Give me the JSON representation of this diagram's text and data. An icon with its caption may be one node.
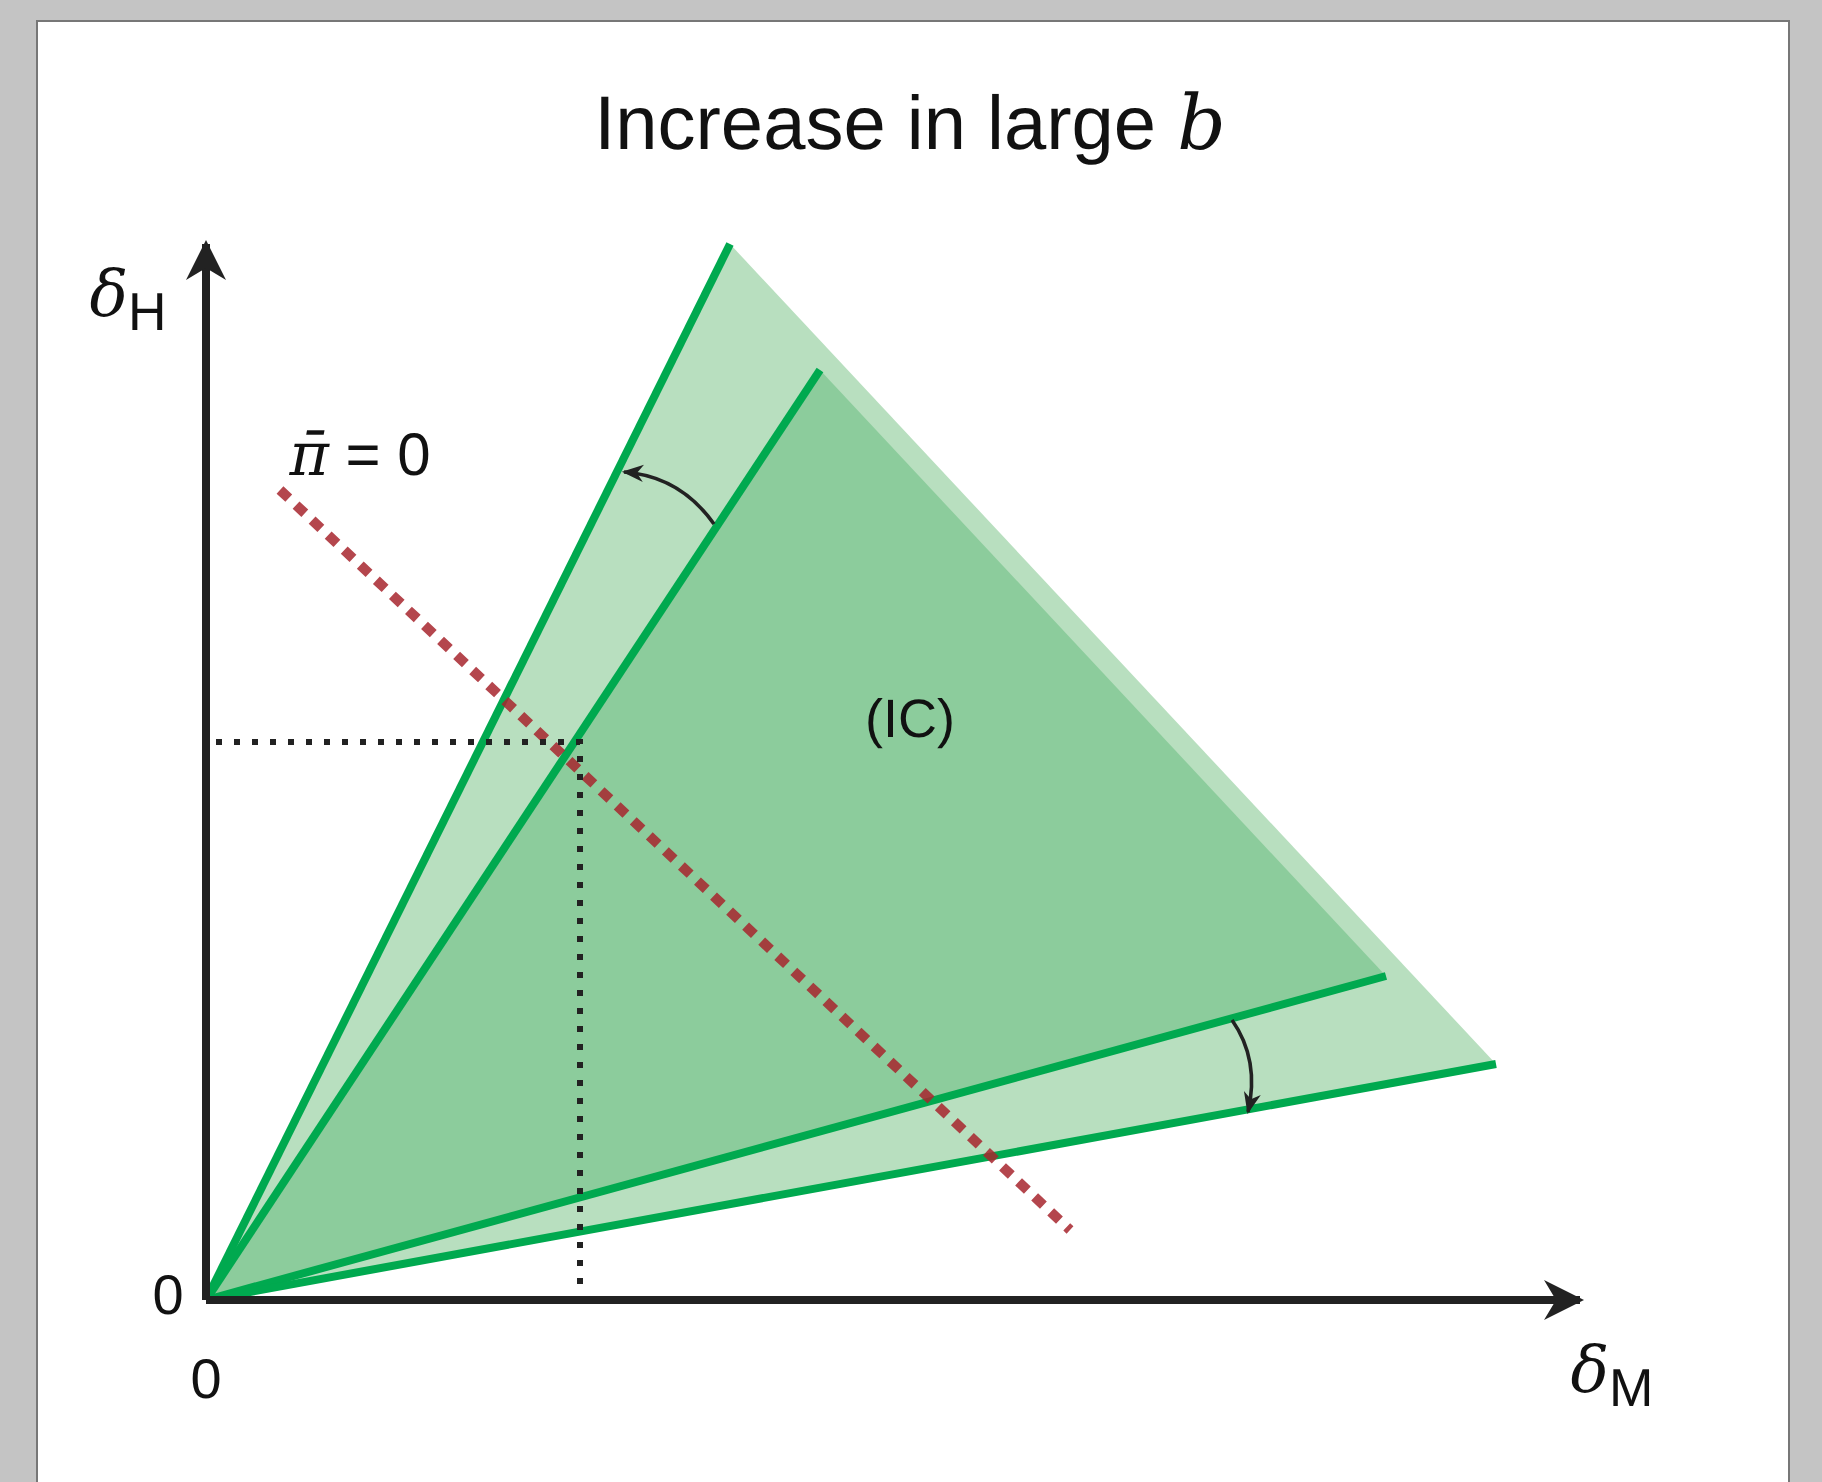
{
  "diagram": {
    "title": "Increase in large *b*",
    "nodes": [
      {
        "text": [
          "(IC)"
        ]
      }
    ],
    "labels": [
      "*δ*$_{H}$",
      "*π̄* = 0",
      "0",
      "0",
      "*δ*$_{M}$"
    ]
  }
}
